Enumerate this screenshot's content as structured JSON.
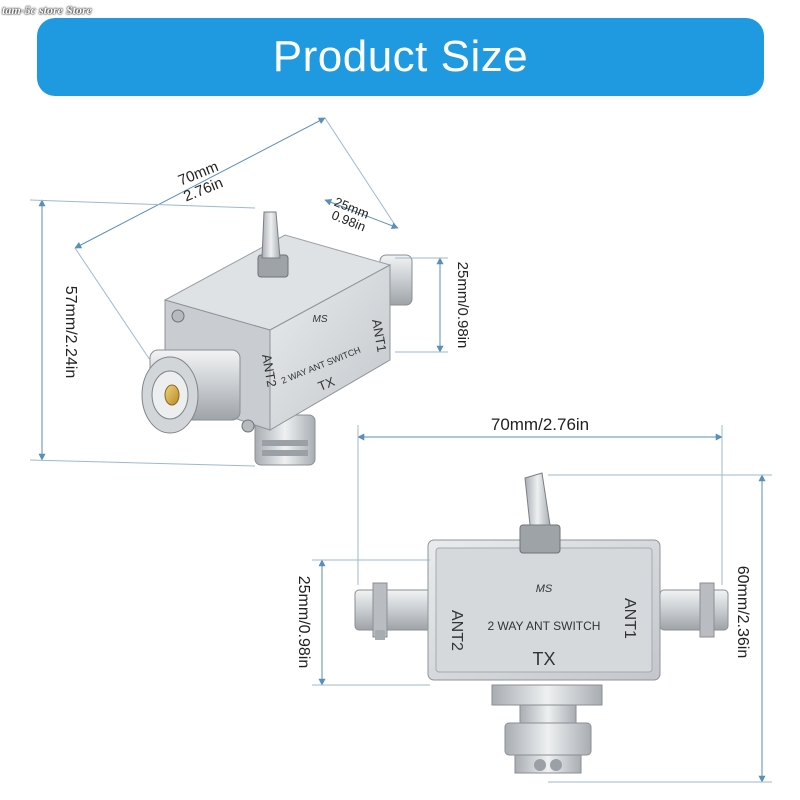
{
  "watermark": "tam-5c store Store",
  "banner": {
    "title": "Product Size"
  },
  "product_top": {
    "brand": "MS",
    "name": "2 WAY ANT SWITCH",
    "port_tx": "TX",
    "port_ant1": "ANT1",
    "port_ant2": "ANT2"
  },
  "product_bottom": {
    "brand": "MS",
    "name": "2 WAY ANT SWITCH",
    "port_tx": "TX",
    "port_ant1": "ANT1",
    "port_ant2": "ANT2"
  },
  "dimensions": {
    "top_length_mm": "70mm",
    "top_length_in": "2.76in",
    "top_width_mm": "25mm",
    "top_width_in": "0.98in",
    "top_side_height": "25mm/0.98in",
    "top_total_height": "57mm/2.24in",
    "bottom_length": "70mm/2.76in",
    "bottom_body_height": "25mm/0.98in",
    "bottom_total_height": "60mm/2.36in"
  },
  "colors": {
    "banner": "#1f9ae0",
    "dimension_line": "#5a8fb8",
    "metal": "#c8ccd0"
  }
}
